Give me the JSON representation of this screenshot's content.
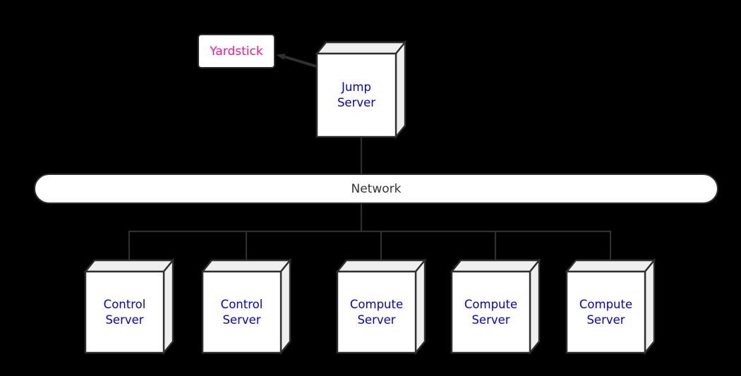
{
  "diagram": {
    "type": "network-topology",
    "background": "#000000",
    "colors": {
      "node_fill": "#ffffff",
      "node_side_fill": "#efefef",
      "border": "#2f2f2f",
      "edge": "#2f2f2f",
      "server_label": "#0000ee",
      "yardstick_label": "#ff1493",
      "network_label": "#333333"
    },
    "nodes": {
      "yardstick": {
        "label": "Yardstick"
      },
      "jump_server": {
        "label": "Jump\nServer"
      },
      "network": {
        "label": "Network"
      },
      "servers": [
        {
          "label": "Control\nServer"
        },
        {
          "label": "Control\nServer"
        },
        {
          "label": "Compute\nServer"
        },
        {
          "label": "Compute\nServer"
        },
        {
          "label": "Compute\nServer"
        }
      ]
    },
    "icons": {
      "edge_source_marker": "open-circle",
      "edge_head_marker": "filled-arrowhead"
    },
    "edges": [
      {
        "from": "jump_server",
        "to": "yardstick",
        "style": "arrow-with-circle-tail"
      },
      {
        "from": "jump_server",
        "to": "network",
        "style": "plain"
      },
      {
        "from": "network",
        "to": "control_server_1",
        "style": "plain"
      },
      {
        "from": "network",
        "to": "control_server_2",
        "style": "plain"
      },
      {
        "from": "network",
        "to": "compute_server_1",
        "style": "plain"
      },
      {
        "from": "network",
        "to": "compute_server_2",
        "style": "plain"
      },
      {
        "from": "network",
        "to": "compute_server_3",
        "style": "plain"
      }
    ]
  }
}
